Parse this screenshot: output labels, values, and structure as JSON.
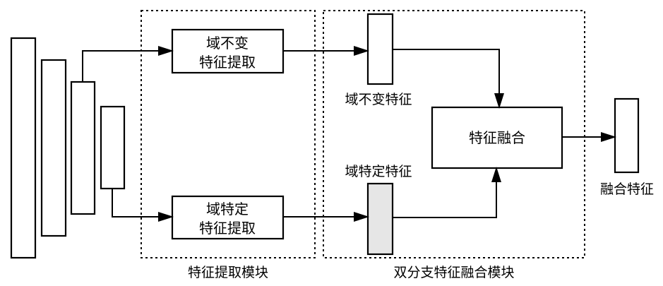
{
  "modules": {
    "feature_extraction": "特征提取模块",
    "dual_branch_fusion": "双分支特征融合模块"
  },
  "blocks": {
    "invariant_extractor": [
      "域不变",
      "特征提取"
    ],
    "specific_extractor": [
      "域特定",
      "特征提取"
    ],
    "fusion": "特征融合"
  },
  "features": {
    "invariant": "域不变特征",
    "specific": "域特定特征",
    "fused": "融合特征"
  },
  "colors": {
    "stroke": "#000000",
    "specific_fill": "#e6e6e6"
  }
}
